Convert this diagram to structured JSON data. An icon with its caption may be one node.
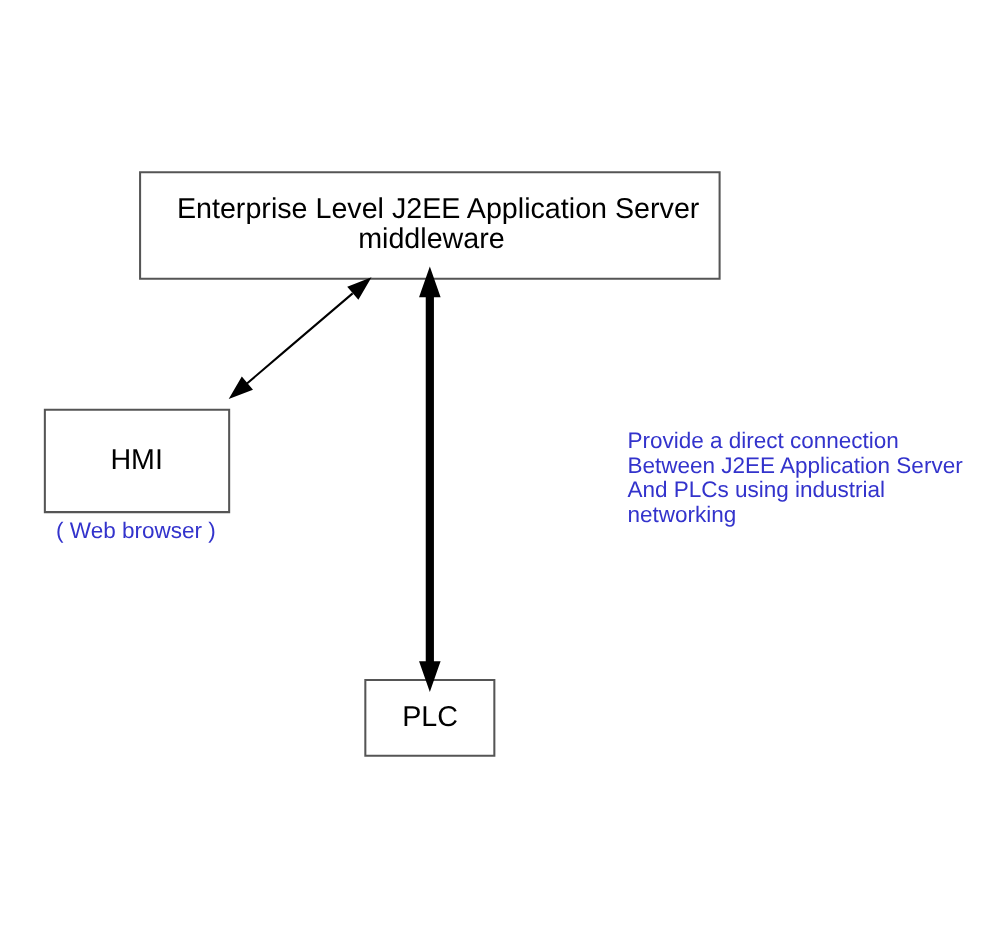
{
  "diagram": {
    "nodes": [
      {
        "text": [
          "Enterprise Level J2EE Application Server",
          "middleware"
        ]
      },
      {
        "text": [
          "HMI"
        ],
        "beside": [
          "( Web browser )"
        ]
      },
      {
        "text": [
          "PLC"
        ]
      }
    ],
    "edges": [
      {
        "from": 0,
        "to": 1,
        "arrow": "both"
      },
      {
        "from": 0,
        "to": 2,
        "arrow": "both",
        "style": "thick"
      }
    ],
    "labels": [
      "Provide a direct connection Between J2EE Application Server And PLCs using industrial networking"
    ]
  }
}
